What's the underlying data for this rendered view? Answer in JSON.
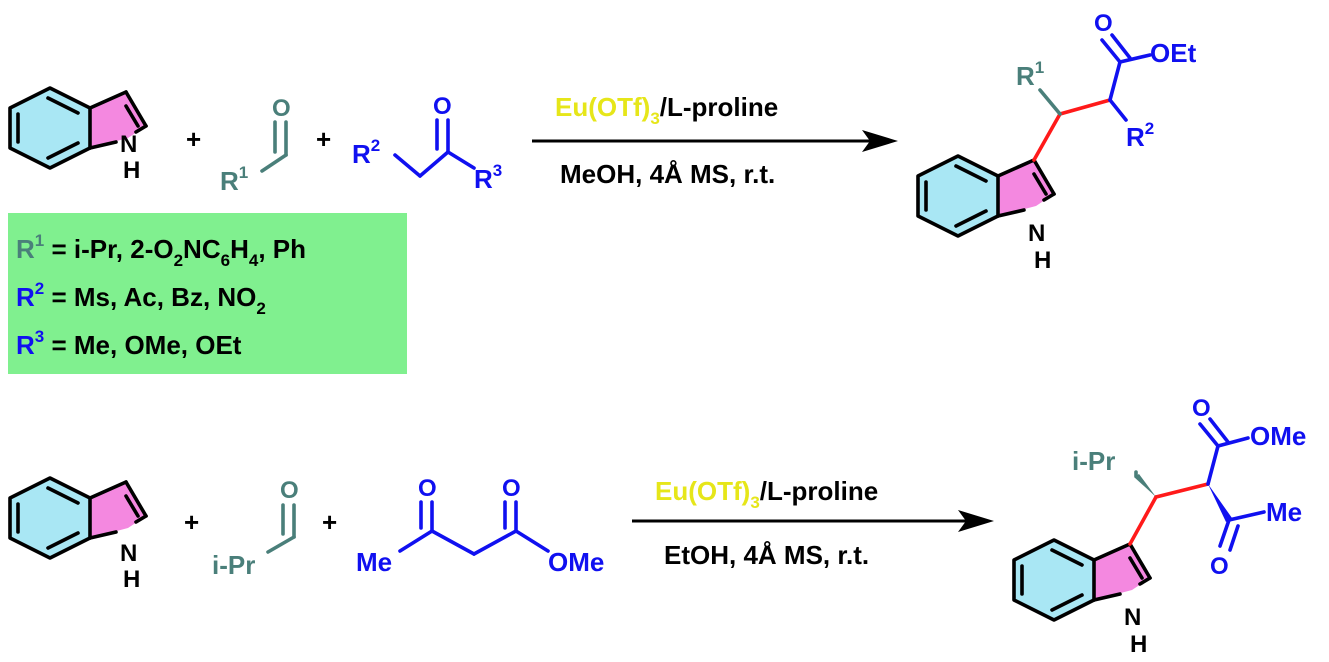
{
  "colors": {
    "black": "#000000",
    "r1_teal": "#4a7f7a",
    "r2_blue": "#1010f0",
    "bond_red": "#ff1a1a",
    "catalyst_yellow": "#e6e619",
    "legend_bg": "#80f08f",
    "benzene_fill": "#a9e7f4",
    "pyrrole_fill": "#f488e0"
  },
  "atoms": {
    "nh_n": "N",
    "nh_h": "H",
    "carbonyl_o": "O",
    "plus": "+",
    "r1": "R",
    "r1_sup": "1",
    "r2": "R",
    "r2_sup": "2",
    "r3": "R",
    "r3_sup": "3",
    "oet": "OEt",
    "ome": "OMe",
    "me": "Me",
    "ipr": "i-Pr"
  },
  "reaction1": {
    "catalyst_main": "Eu(OTf)",
    "catalyst_sub": "3",
    "catalyst_rest": "/L-proline",
    "conditions": "MeOH, 4Å MS, r.t."
  },
  "reaction2": {
    "catalyst_main": "Eu(OTf)",
    "catalyst_sub": "3",
    "catalyst_rest": "/L-proline",
    "conditions": "EtOH, 4Å MS, r.t."
  },
  "legend": {
    "line1": {
      "r": "R",
      "sup": "1",
      "eq": " = i-Pr, 2-O",
      "s1": "2",
      "t1": "NC",
      "s2": "6",
      "t2": "H",
      "s3": "4",
      "t3": ", Ph"
    },
    "line2": {
      "r": "R",
      "sup": "2",
      "eq": " = Ms, Ac, Bz, NO",
      "s1": "2"
    },
    "line3": {
      "r": "R",
      "sup": "3",
      "eq": " = Me, OMe, OEt"
    }
  }
}
